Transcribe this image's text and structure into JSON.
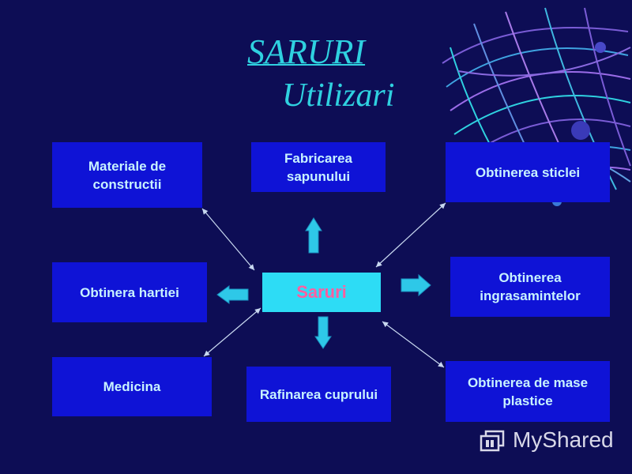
{
  "title": {
    "main": "SARURI",
    "sub": "Utilizari"
  },
  "center_node": {
    "label": "Saruri"
  },
  "nodes": [
    {
      "label": "Materiale de constructii"
    },
    {
      "label": "Fabricarea sapunului"
    },
    {
      "label": "Obtinerea sticlei"
    },
    {
      "label": "Obtinera hartiei"
    },
    {
      "label": "Obtinerea ingrasamintelor"
    },
    {
      "label": "Medicina"
    },
    {
      "label": "Rafinarea cuprului"
    },
    {
      "label": "Obtinerea de mase plastice"
    }
  ],
  "watermark": {
    "text": "MyShared"
  },
  "colors": {
    "background": "#0d0d55",
    "box": "#0f13d6",
    "center": "#2ddcf5",
    "title": "#2fd1e0",
    "arrow": "#2ec8e8"
  }
}
